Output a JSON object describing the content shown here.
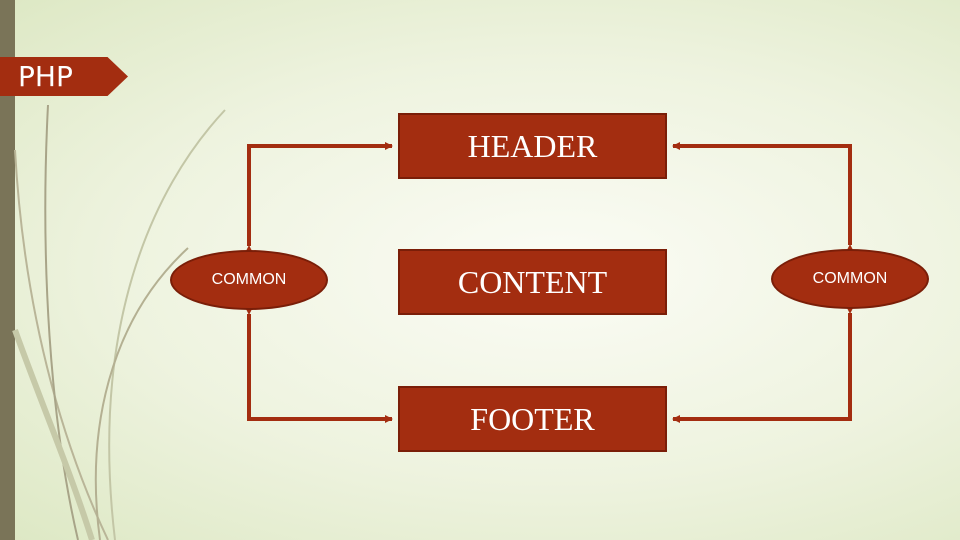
{
  "tag": {
    "label": "PHP"
  },
  "diagram": {
    "header": "HEADER",
    "content": "CONTENT",
    "footer": "FOOTER",
    "common_left": "COMMON",
    "common_right": "COMMON"
  },
  "colors": {
    "shape_fill": "#a32d10",
    "connector": "#a32d10",
    "sidebar": "#7a7458"
  }
}
